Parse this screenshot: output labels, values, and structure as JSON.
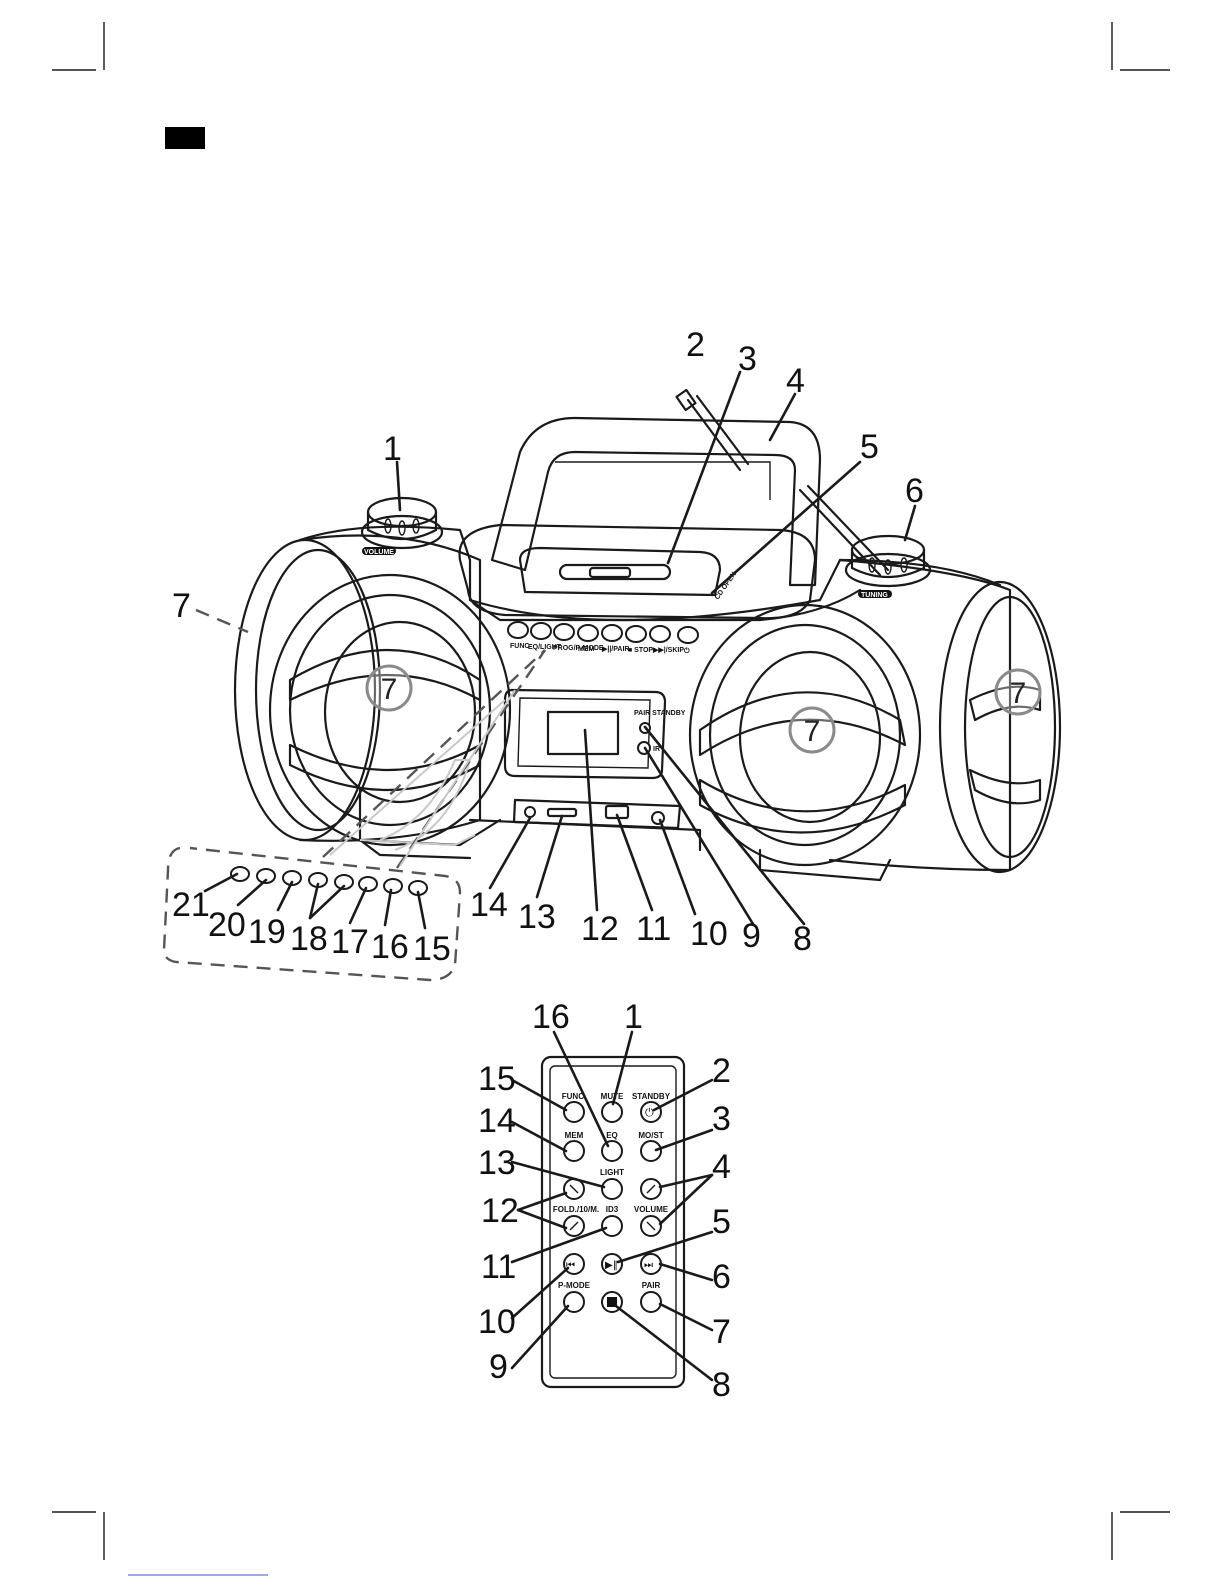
{
  "unit_labels": {
    "volume": "VOLUME",
    "tuning": "TUNING",
    "func": "FUNC",
    "eq_light": "EQ/LIGHT",
    "prog": "PROG/P-MODE",
    "mem": "MEM",
    "play": "▶||/PAIR",
    "stop": "■ STOP",
    "skip": "▶▶|/SKIP",
    "power": "⏻",
    "pair_standby": "PAIR STANDBY",
    "ir": "IR",
    "cd_open": "CD OPEN"
  },
  "remote_labels": {
    "func": "FUNC.",
    "mute": "MUTE",
    "standby": "STANDBY",
    "mem": "MEM",
    "eq": "EQ",
    "most": "MO/ST",
    "light": "LIGHT",
    "fold": "FOLD./10/M.",
    "id3": "ID3",
    "volume": "VOLUME",
    "pmode": "P-MODE",
    "pair": "PAIR"
  },
  "unit_callouts": {
    "c1": "1",
    "c2": "2",
    "c3": "3",
    "c4": "4",
    "c5": "5",
    "c6": "6",
    "c7a": "7",
    "c7b": "7",
    "c7c": "7",
    "c7d": "7",
    "c7e": "7",
    "c8": "8",
    "c9": "9",
    "c10": "10",
    "c11": "11",
    "c12": "12",
    "c13": "13",
    "c14": "14",
    "c15": "15",
    "c16": "16",
    "c17": "17",
    "c18": "18",
    "c19": "19",
    "c20": "20",
    "c21": "21"
  },
  "remote_callouts": {
    "r1": "1",
    "r2": "2",
    "r3": "3",
    "r4": "4",
    "r5": "5",
    "r6": "6",
    "r7": "7",
    "r8": "8",
    "r9": "9",
    "r10": "10",
    "r11": "11",
    "r12": "12",
    "r13": "13",
    "r14": "14",
    "r15": "15",
    "r16": "16"
  }
}
